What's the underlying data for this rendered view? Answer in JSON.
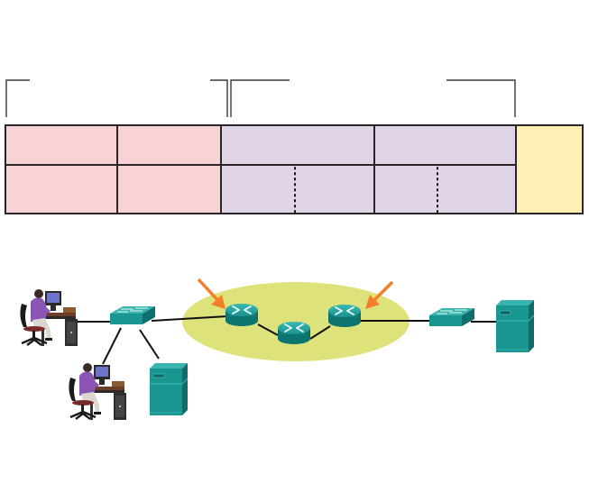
{
  "diagram": {
    "type": "frame-format-with-network-topology",
    "frame": {
      "brackets": [
        {
          "name": "left-bracket",
          "spans_fields": [
            "field-1",
            "field-2"
          ]
        },
        {
          "name": "right-bracket",
          "spans_fields": [
            "field-3",
            "field-4"
          ]
        }
      ],
      "fields": [
        {
          "id": "field-1",
          "group": "pink",
          "rows": 2,
          "dotted_divider": false
        },
        {
          "id": "field-2",
          "group": "pink",
          "rows": 2,
          "dotted_divider": false
        },
        {
          "id": "field-3",
          "group": "lavender",
          "rows": 2,
          "dotted_divider": true
        },
        {
          "id": "field-4",
          "group": "lavender",
          "rows": 2,
          "dotted_divider": true
        },
        {
          "id": "field-5",
          "group": "yellow",
          "rows": 1,
          "dotted_divider": false
        }
      ],
      "colors": {
        "pink": "#f7d3d5",
        "lavender": "#dfd5e7",
        "yellow": "#fdf0b6",
        "border": "#2b2527"
      }
    },
    "topology": {
      "nodes": [
        {
          "id": "pc-1",
          "icon": "workstation-user-icon"
        },
        {
          "id": "pc-2",
          "icon": "workstation-user-icon"
        },
        {
          "id": "switch-1",
          "icon": "switch-icon"
        },
        {
          "id": "server-1",
          "icon": "server-icon"
        },
        {
          "id": "router-1",
          "icon": "router-icon"
        },
        {
          "id": "router-2",
          "icon": "router-icon"
        },
        {
          "id": "router-3",
          "icon": "router-icon"
        },
        {
          "id": "switch-2",
          "icon": "switch-icon"
        },
        {
          "id": "server-2",
          "icon": "server-icon"
        }
      ],
      "links": [
        [
          "pc-1",
          "switch-1"
        ],
        [
          "pc-2",
          "switch-1"
        ],
        [
          "switch-1",
          "server-1"
        ],
        [
          "switch-1",
          "router-1"
        ],
        [
          "router-1",
          "router-2"
        ],
        [
          "router-2",
          "router-3"
        ],
        [
          "router-3",
          "switch-2"
        ],
        [
          "switch-2",
          "server-2"
        ]
      ],
      "highlight_cloud": {
        "contains": [
          "router-1",
          "router-2",
          "router-3"
        ],
        "color": "#dde27a"
      },
      "arrows": [
        {
          "points_to": "router-1",
          "color": "#f47f2a"
        },
        {
          "points_to": "router-3",
          "color": "#f47f2a"
        }
      ],
      "device_color": "#1a9a96"
    }
  }
}
